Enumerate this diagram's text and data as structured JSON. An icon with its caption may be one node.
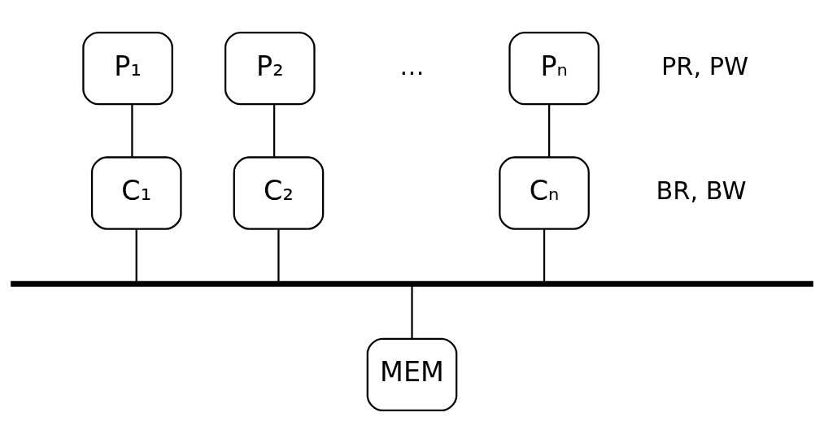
{
  "diagram": {
    "nodes": [
      {
        "text": [
          "P₁"
        ]
      },
      {
        "text": [
          "P₂"
        ]
      },
      {
        "text": [
          "Pₙ"
        ]
      },
      {
        "text": [
          "C₁"
        ]
      },
      {
        "text": [
          "C₂"
        ]
      },
      {
        "text": [
          "Cₙ"
        ]
      },
      {
        "text": [],
        "shape": "bar"
      },
      {
        "text": [
          "MEM"
        ]
      }
    ],
    "edges": [
      {
        "from": 0,
        "to": 3,
        "arrow": "none"
      },
      {
        "from": 1,
        "to": 4,
        "arrow": "none"
      },
      {
        "from": 2,
        "to": 5,
        "arrow": "none"
      },
      {
        "from": 3,
        "to": 6,
        "arrow": "none"
      },
      {
        "from": 4,
        "to": 6,
        "arrow": "none"
      },
      {
        "from": 5,
        "to": 6,
        "arrow": "none"
      },
      {
        "from": 6,
        "to": 7,
        "arrow": "none"
      }
    ],
    "labels": [
      "…",
      "PR, PW",
      "BR, BW"
    ]
  }
}
